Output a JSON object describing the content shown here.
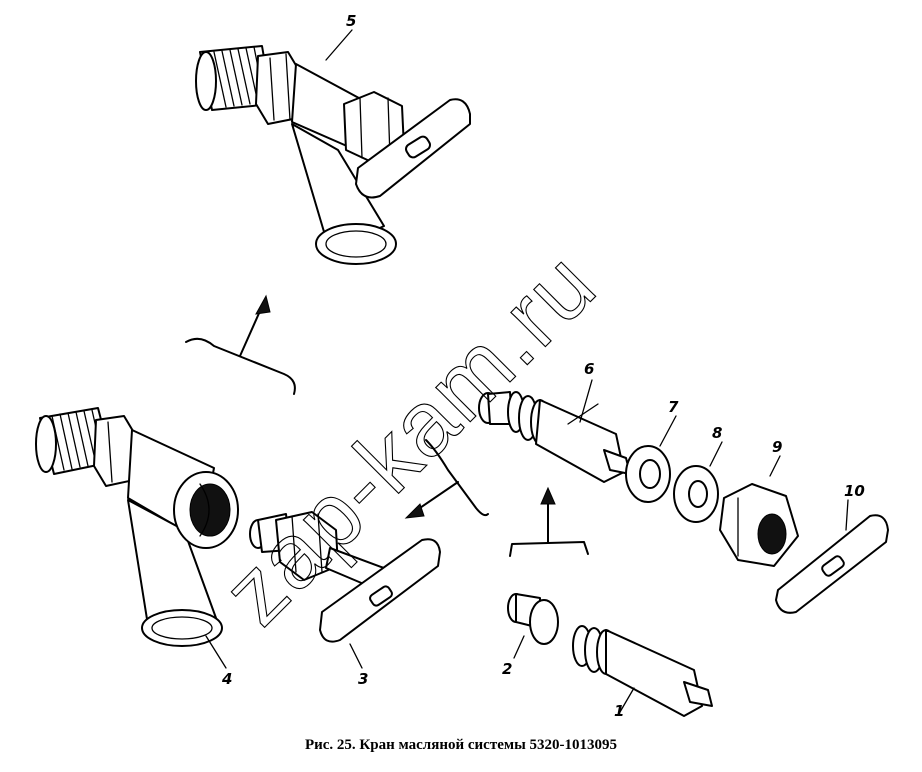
{
  "caption": "Рис. 25. Кран масляной системы 5320-1013095",
  "watermark": "zap-kam.ru",
  "callouts": [
    "1",
    "2",
    "3",
    "4",
    "5",
    "6",
    "7",
    "8",
    "9",
    "10"
  ]
}
